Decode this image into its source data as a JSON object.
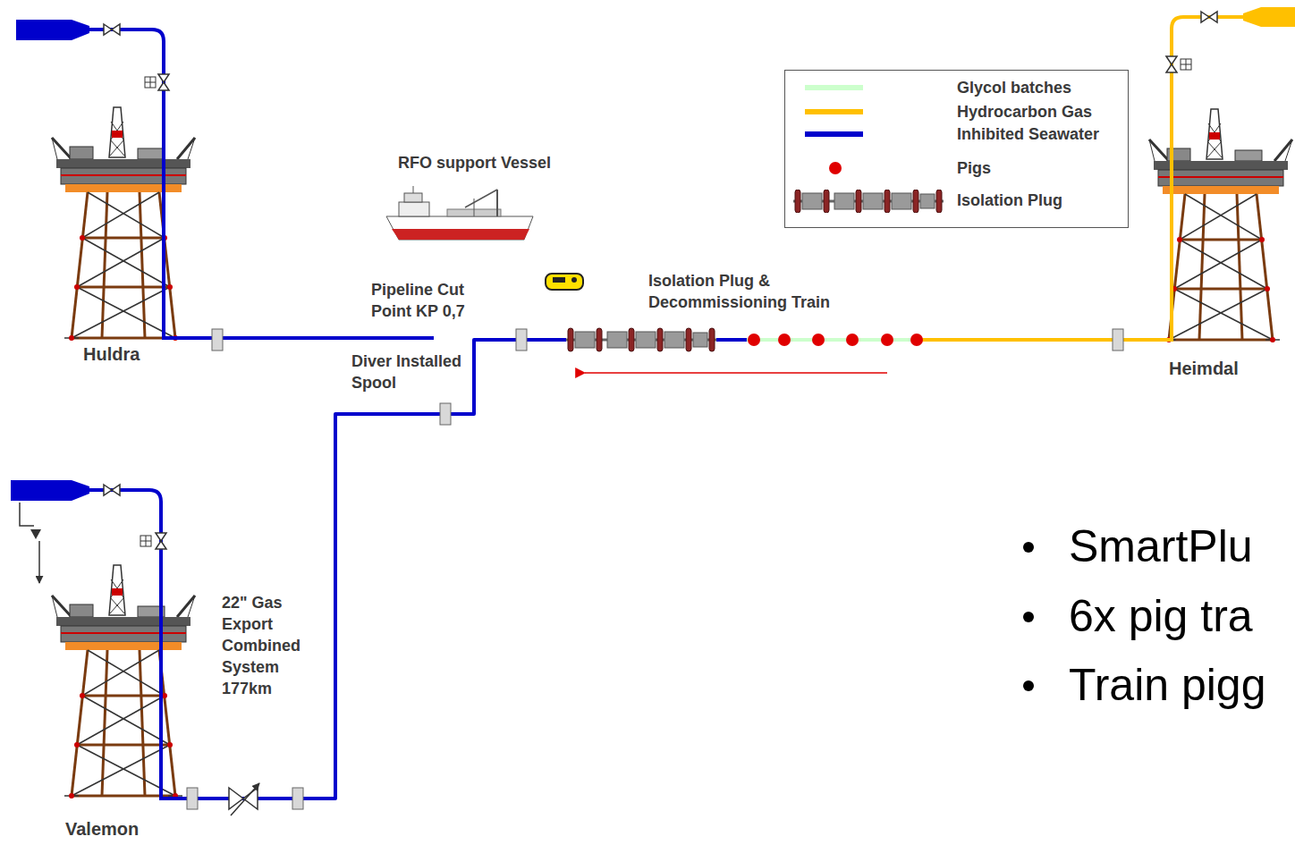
{
  "diagram": {
    "nodes": [
      {
        "text": [
          "Huldra"
        ]
      },
      {
        "text": [
          "Isolation Plug & Decommissioning Train"
        ]
      },
      {
        "text": [
          "Heimdal"
        ]
      },
      {
        "text": [
          "Valemon"
        ]
      }
    ],
    "edges": [
      {
        "from": 3,
        "to": 1,
        "arrow": "none"
      },
      {
        "from": 1,
        "to": 2,
        "arrow": "none"
      }
    ],
    "labels": [
      "RFO support Vessel",
      "Pipeline Cut Point KP 0,7",
      "Diver Installed Spool",
      "22\" Gas Export Combined System 177km",
      "SmartPlu",
      "6x pig tra",
      "Train pigg"
    ],
    "legend": [
      {
        "text": "Glycol batches",
        "color": "#ccffcc"
      },
      {
        "text": "Hydrocarbon Gas",
        "color": "#ffc000"
      },
      {
        "text": "Inhibited Seawater",
        "color": "#0000cc"
      },
      {
        "text": "Pigs"
      },
      {
        "text": "Isolation Plug"
      }
    ]
  }
}
